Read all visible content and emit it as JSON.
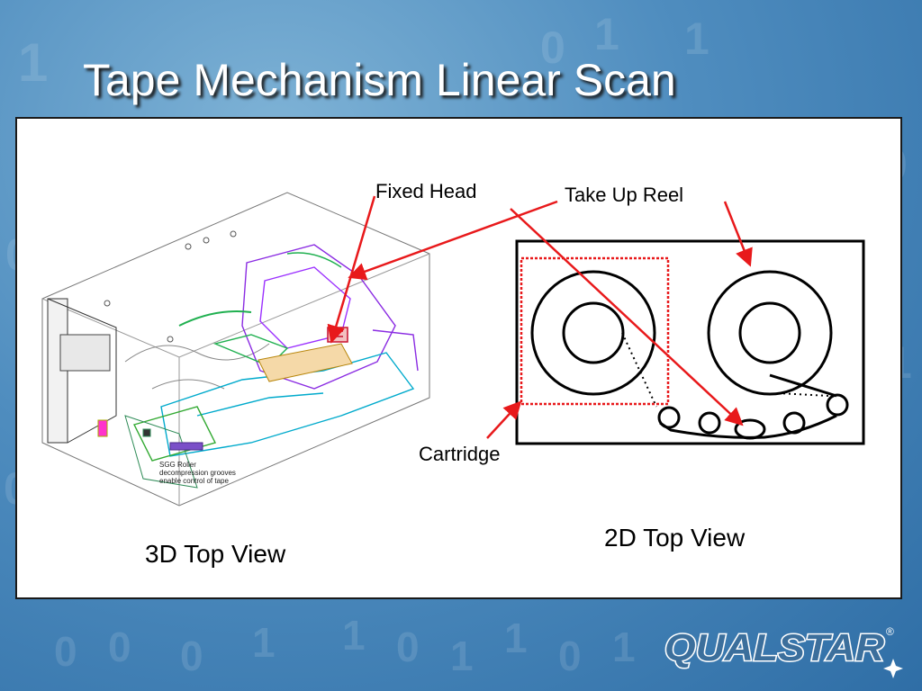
{
  "title": "Tape Mechanism Linear Scan",
  "background_digits": [
    "1",
    "0",
    "0",
    "1",
    "0",
    "1",
    "1",
    "0",
    "1",
    "0",
    "0",
    "1",
    "0",
    "1",
    "1",
    "0",
    "1",
    "0"
  ],
  "labels": {
    "fixed_head": "Fixed Head",
    "take_up_reel": "Take Up Reel",
    "cartridge": "Cartridge",
    "view_3d": "3D Top View",
    "view_2d": "2D Top View",
    "annotation_line1": "SGG Roller",
    "annotation_line2": "decompression grooves",
    "annotation_line3": "enable control of tape"
  },
  "logo_text": "QUALSTAR",
  "logo_mark": "®",
  "colors": {
    "accent_red": "#e8191b",
    "background_blue": "#4f8dbf",
    "title_white": "#ffffff"
  }
}
